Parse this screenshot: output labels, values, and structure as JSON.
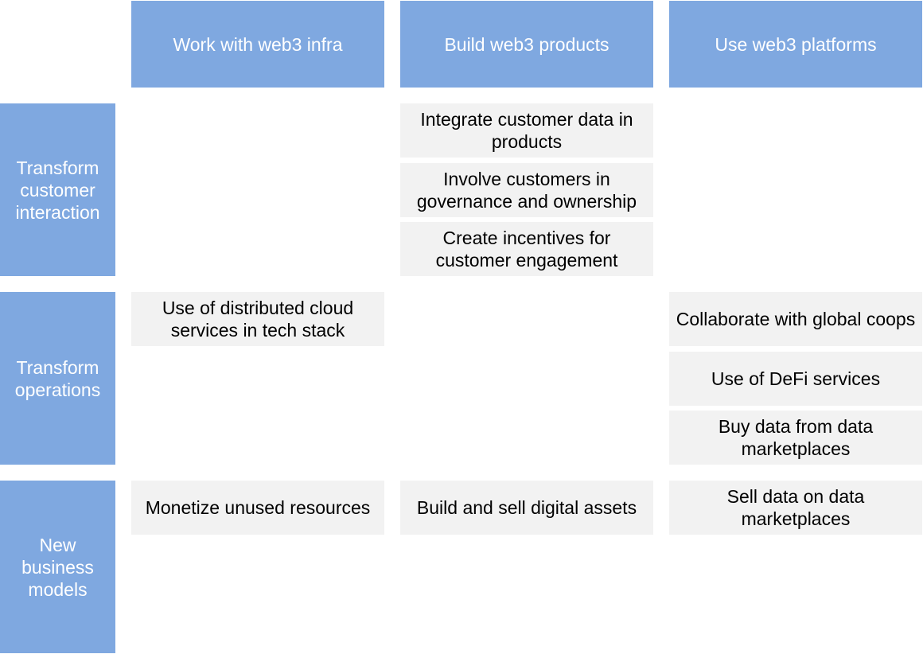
{
  "columns": [
    "Work with web3 infra",
    "Build web3 products",
    "Use web3 platforms"
  ],
  "rows": [
    "Transform customer interaction",
    "Transform operations",
    "New business models"
  ],
  "cells": {
    "customer_interaction": {
      "build_products": [
        "Integrate customer data in products",
        "Involve customers in governance and ownership",
        "Create incentives for customer engagement"
      ]
    },
    "operations": {
      "infra": [
        "Use of distributed cloud services in tech stack"
      ],
      "platforms": [
        "Collaborate with global coops",
        "Use of DeFi services",
        "Buy data from data marketplaces"
      ]
    },
    "business_models": {
      "infra": [
        "Monetize unused resources"
      ],
      "build_products": [
        "Build and sell digital assets"
      ],
      "platforms": [
        "Sell data on data marketplaces"
      ]
    }
  },
  "colors": {
    "header_fill": "#7fa8e0",
    "header_text": "#ffffff",
    "cell_fill": "#f2f2f2",
    "cell_text": "#000000"
  }
}
